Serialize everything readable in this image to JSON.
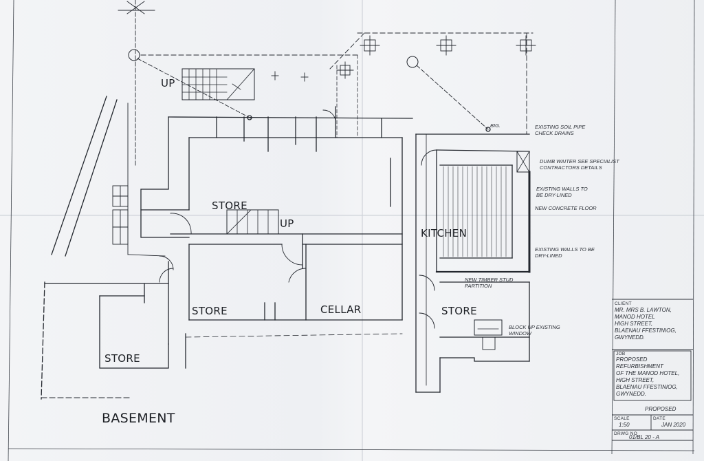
{
  "drawing": {
    "title": "BASEMENT",
    "rooms": {
      "up_top": "UP",
      "store_stairs": "STORE",
      "up_mid": "UP",
      "store_center": "STORE",
      "cellar": "CELLAR",
      "store_left": "STORE",
      "kitchen": "KITCHEN",
      "store_right": "STORE"
    },
    "notes": {
      "soil_pipe": "EXISTING SOIL PIPE CHECK DRAINS",
      "big": "BIG.",
      "dumb_waiter": "DUMB WAITER SEE SPECIALIST CONTRACTORS DETAILS",
      "walls_top": "EXISTING WALLS TO BE DRY-LINED",
      "concrete": "NEW CONCRETE FLOOR",
      "walls_bottom": "EXISTING WALLS TO BE DRY-LINED",
      "partition": "NEW TIMBER STUD PARTITION",
      "block_up": "BLOCK UP EXISTING WINDOW"
    }
  },
  "title_block": {
    "client_label": "CLIENT",
    "client_lines": [
      "MR. MRS B. LAWTON,",
      "MANOD HOTEL",
      "HIGH STREET,",
      "BLAENAU FFESTINIOG,",
      "GWYNEDD."
    ],
    "job_label": "JOB",
    "job_lines": [
      "PROPOSED REFURBISHMENT",
      "OF THE MANOD HOTEL,",
      "HIGH STREET,",
      "BLAENAU FFESTINIOG,",
      "GWYNEDD."
    ],
    "status": "PROPOSED",
    "scale_label": "SCALE",
    "scale_value": "1:50",
    "date_label": "DATE",
    "date_value": "JAN 2020",
    "drwg_label": "DRWG NO",
    "drwg_value": "01/BL 20 - A"
  },
  "colors": {
    "ink": "#23272e",
    "paper": "#f0f2f5",
    "fold": "#cfd3d9"
  }
}
